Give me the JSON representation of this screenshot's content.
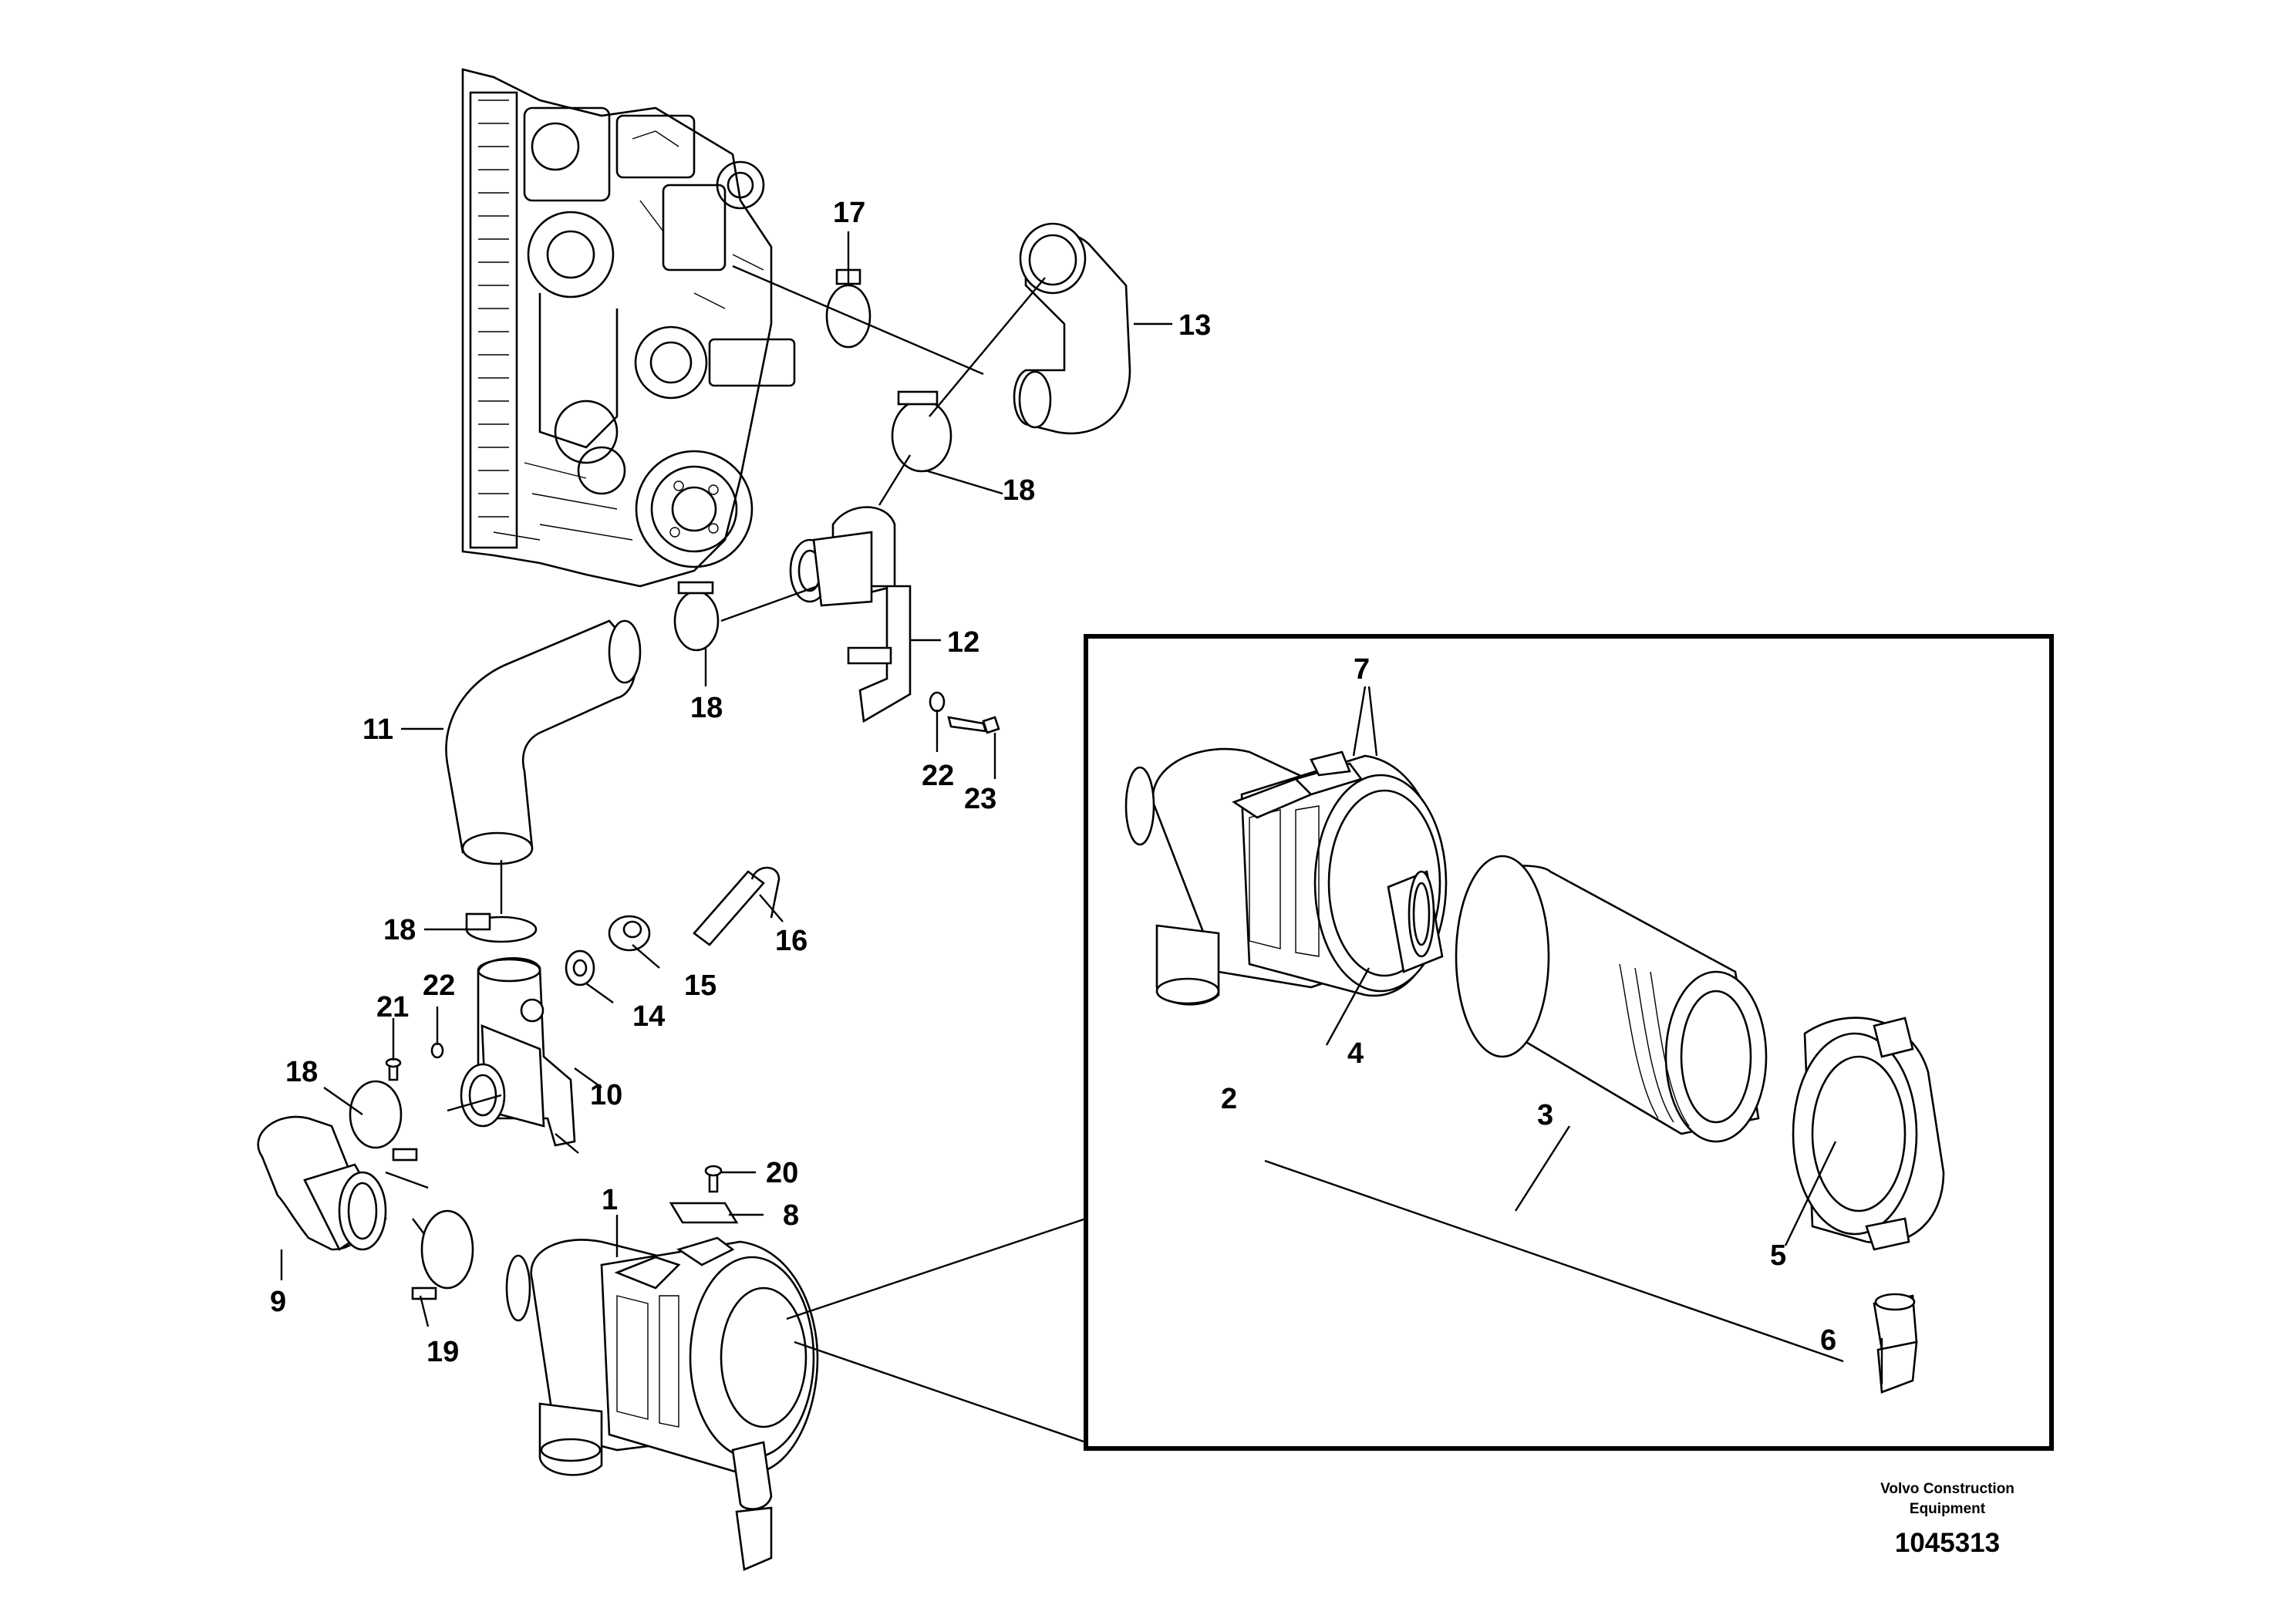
{
  "callouts": {
    "c1": "1",
    "c2": "2",
    "c3": "3",
    "c4": "4",
    "c5": "5",
    "c6": "6",
    "c7": "7",
    "c8": "8",
    "c9": "9",
    "c10": "10",
    "c11": "11",
    "c12": "12",
    "c13": "13",
    "c14": "14",
    "c15": "15",
    "c16": "16",
    "c17": "17",
    "c18a": "18",
    "c18b": "18",
    "c18c": "18",
    "c18d": "18",
    "c19": "19",
    "c20": "20",
    "c21": "21",
    "c22a": "22",
    "c22b": "22",
    "c23": "23"
  },
  "footer": {
    "brand_line1": "Volvo Construction",
    "brand_line2": "Equipment",
    "doc_number": "1045313"
  }
}
